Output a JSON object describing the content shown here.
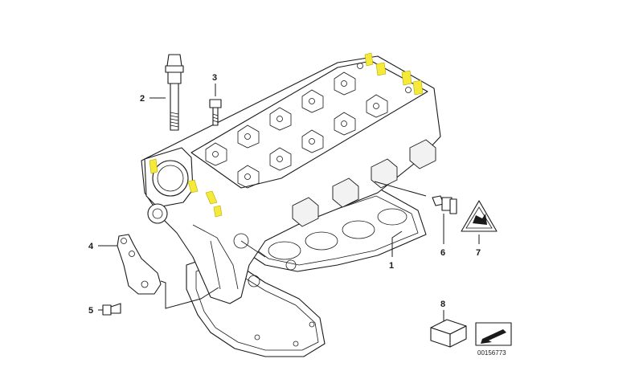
{
  "callouts": [
    {
      "id": "1",
      "label": "1"
    },
    {
      "id": "2",
      "label": "2"
    },
    {
      "id": "3",
      "label": "3"
    },
    {
      "id": "4",
      "label": "4"
    },
    {
      "id": "5",
      "label": "5"
    },
    {
      "id": "6",
      "label": "6"
    },
    {
      "id": "7",
      "label": "7"
    },
    {
      "id": "8",
      "label": "8"
    }
  ],
  "reference_number": "00156773",
  "colors": {
    "line": "#1a1a1a",
    "highlight": "#f5e93a",
    "background": "#ffffff"
  },
  "icons": {
    "warning": "triangle-warning-icon",
    "arrow": "arrow-down-left-icon",
    "box": "package-box-icon"
  }
}
